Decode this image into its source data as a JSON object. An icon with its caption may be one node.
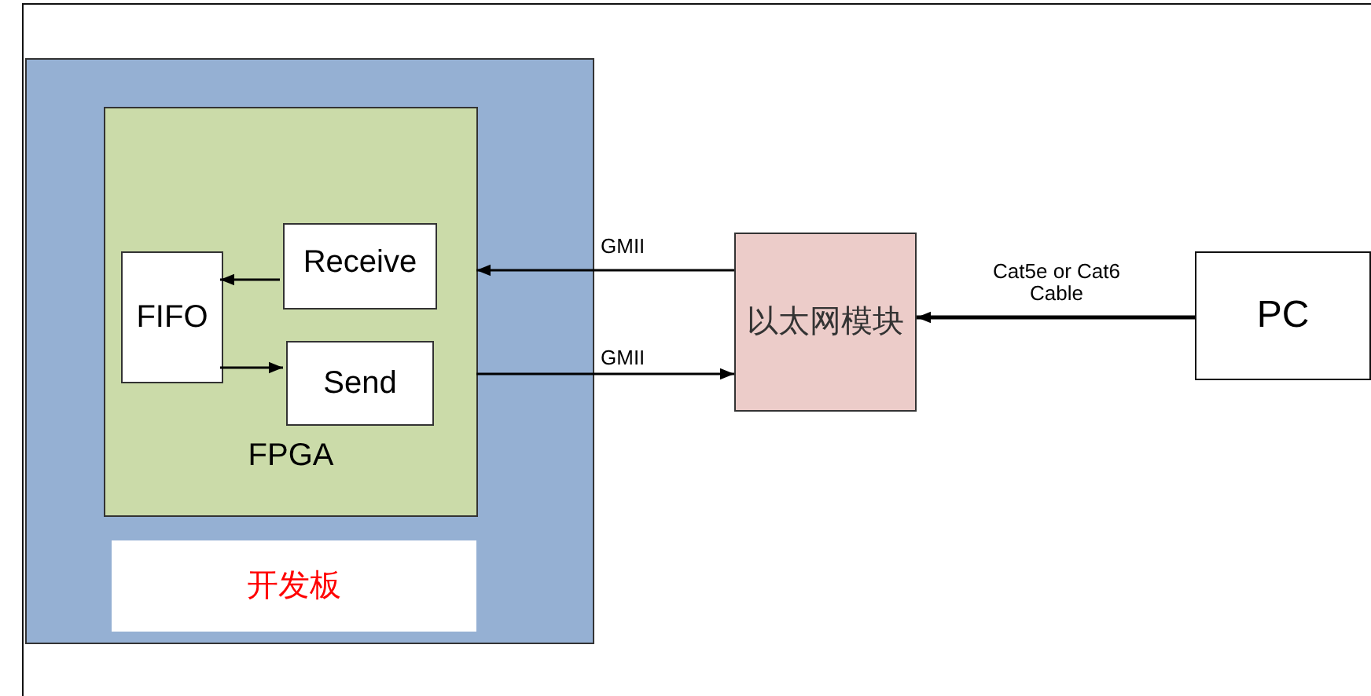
{
  "diagram": {
    "nodes": [
      {
        "text": [],
        "shape": "box"
      },
      {
        "text": [
          "FPGA"
        ],
        "in": 0
      },
      {
        "text": [
          "FIFO"
        ],
        "in": 1
      },
      {
        "text": [
          "Receive"
        ],
        "in": 1
      },
      {
        "text": [
          "Send"
        ],
        "in": 1
      },
      {
        "text": [
          "以太网模块"
        ]
      },
      {
        "text": [
          "PC"
        ]
      },
      {
        "text": [
          "开发板"
        ],
        "in": 0
      }
    ],
    "edges": [
      {
        "from": 3,
        "to": 2,
        "arrow": "to"
      },
      {
        "from": 2,
        "to": 4,
        "arrow": "to"
      },
      {
        "from": 5,
        "to": 1,
        "arrow": "to",
        "label": "GMII"
      },
      {
        "from": 1,
        "to": 5,
        "arrow": "to",
        "label": "GMII"
      },
      {
        "from": 6,
        "to": 5,
        "arrow": "to",
        "label": "Cat5e or Cat6 Cable"
      }
    ]
  }
}
